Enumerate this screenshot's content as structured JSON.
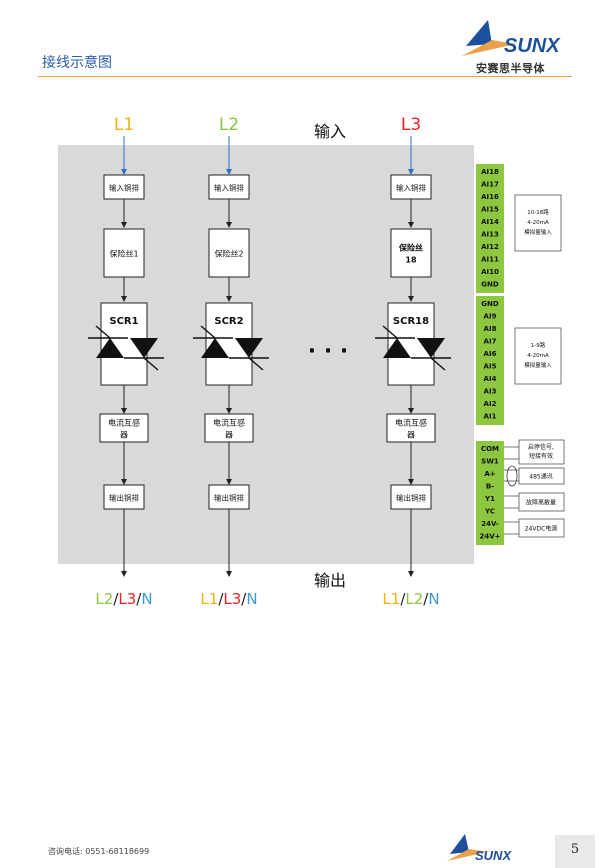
{
  "header": {
    "title": "接线示意图",
    "logo_text": "SUNX",
    "logo_sub": "安赛思半导体"
  },
  "diagram": {
    "input_label": "输入",
    "output_label": "输出",
    "dots": "·   ·   ·",
    "phases": [
      {
        "in_label": "L1",
        "in_color": "#f2b315",
        "input_bar": "输入铜排",
        "fuse_lines": [
          "保险丝1"
        ],
        "scr": "SCR1",
        "ct_lines": [
          "电流互感",
          "器"
        ],
        "output_bar": "输出铜排",
        "out": [
          {
            "t": "L2",
            "c": "#8dc63f"
          },
          {
            "t": "/",
            "c": "#222222"
          },
          {
            "t": "L3",
            "c": "#e5232a"
          },
          {
            "t": "/",
            "c": "#222222"
          },
          {
            "t": "N",
            "c": "#3a9ad9"
          }
        ]
      },
      {
        "in_label": "L2",
        "in_color": "#8dc63f",
        "input_bar": "输入铜排",
        "fuse_lines": [
          "保险丝2"
        ],
        "scr": "SCR2",
        "ct_lines": [
          "电流互感",
          "器"
        ],
        "output_bar": "输出铜排",
        "out": [
          {
            "t": "L1",
            "c": "#f2b315"
          },
          {
            "t": "/",
            "c": "#222222"
          },
          {
            "t": "L3",
            "c": "#e5232a"
          },
          {
            "t": "/",
            "c": "#222222"
          },
          {
            "t": "N",
            "c": "#3a9ad9"
          }
        ]
      },
      {
        "in_label": "L3",
        "in_color": "#e5232a",
        "input_bar": "输入铜排",
        "fuse_lines": [
          "保险丝",
          "18"
        ],
        "scr": "SCR18",
        "ct_lines": [
          "电流互感",
          "器"
        ],
        "output_bar": "输出铜排",
        "out": [
          {
            "t": "L1",
            "c": "#f2b315"
          },
          {
            "t": "/",
            "c": "#222222"
          },
          {
            "t": "L2",
            "c": "#8dc63f"
          },
          {
            "t": "/",
            "c": "#222222"
          },
          {
            "t": "N",
            "c": "#3a9ad9"
          }
        ]
      }
    ],
    "terminal_groups": [
      {
        "labels": [
          "AI18",
          "AI17",
          "AI16",
          "AI15",
          "AI14",
          "AI13",
          "AI12",
          "AI11",
          "AI10",
          "GND"
        ],
        "note": [
          "10-18路",
          "4-20mA",
          "模拟量输入"
        ]
      },
      {
        "labels": [
          "GND",
          "AI9",
          "AI8",
          "AI7",
          "AI6",
          "AI5",
          "AI4",
          "AI3",
          "AI2",
          "AI1"
        ],
        "note": [
          "1-9路",
          "4-20mA",
          "模拟量输入"
        ]
      },
      {
        "labels": [
          "COM",
          "SW1",
          "A+",
          "B-",
          "Y1",
          "YC",
          "24V-",
          "24V+"
        ]
      }
    ],
    "bottom_notes": [
      [
        "启停信号,",
        "短接有效"
      ],
      [
        "485通讯"
      ],
      [
        "故障离散量"
      ],
      [
        "24VDC电源"
      ]
    ],
    "terminal_color": "#8dc63f"
  },
  "footer": {
    "tel": "咨询电话:  0551-68118699",
    "page": "5"
  }
}
